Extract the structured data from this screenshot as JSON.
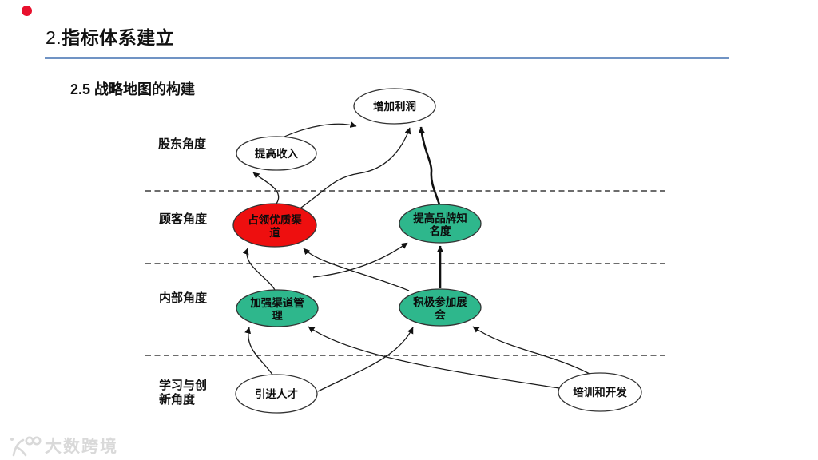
{
  "slide": {
    "title_number": "2.",
    "title_text": "指标体系建立",
    "subtitle": "2.5 战略地图的构建"
  },
  "colors": {
    "bullet_red": "#e8112d",
    "underline_blue": "#7093c4",
    "node_red": "#ee0f0f",
    "node_green": "#2eb78c",
    "node_white": "#ffffff",
    "watermark_grey": "#d9d9d9"
  },
  "perspectives": [
    {
      "label": "股东角度"
    },
    {
      "label": "顾客角度"
    },
    {
      "label": "内部角度"
    },
    {
      "label_line1": "学习与创",
      "label_line2": "新角度"
    }
  ],
  "nodes": {
    "increase_profit": {
      "line1": "增加利润",
      "line2": "",
      "fill": "#ffffff"
    },
    "increase_revenue": {
      "line1": "提高收入",
      "line2": "",
      "fill": "#ffffff"
    },
    "occupy_channels": {
      "line1": "占领优质渠",
      "line2": "道",
      "fill": "#ee0f0f"
    },
    "brand_awareness": {
      "line1": "提高品牌知",
      "line2": "名度",
      "fill": "#2eb78c"
    },
    "channel_mgmt": {
      "line1": "加强渠道管",
      "line2": "理",
      "fill": "#2eb78c"
    },
    "exhibitions": {
      "line1": "积极参加展",
      "line2": "会",
      "fill": "#2eb78c"
    },
    "recruit_talent": {
      "line1": "引进人才",
      "line2": "",
      "fill": "#ffffff"
    },
    "training_dev": {
      "line1": "培训和开发",
      "line2": "",
      "fill": "#ffffff"
    }
  },
  "edges": [
    {
      "from": "提高收入",
      "to": "增加利润"
    },
    {
      "from": "占领优质渠道",
      "to": "提高收入"
    },
    {
      "from": "占领优质渠道",
      "to": "增加利润"
    },
    {
      "from": "提高品牌知名度",
      "to": "增加利润"
    },
    {
      "from": "加强渠道管理",
      "to": "占领优质渠道"
    },
    {
      "from": "积极参加展会",
      "to": "占领优质渠道"
    },
    {
      "from": "加强渠道管理",
      "to": "提高品牌知名度"
    },
    {
      "from": "积极参加展会",
      "to": "提高品牌知名度"
    },
    {
      "from": "引进人才",
      "to": "加强渠道管理"
    },
    {
      "from": "引进人才",
      "to": "积极参加展会"
    },
    {
      "from": "培训和开发",
      "to": "加强渠道管理"
    },
    {
      "from": "培训和开发",
      "to": "积极参加展会"
    }
  ],
  "watermark": {
    "text": "大数跨境"
  }
}
